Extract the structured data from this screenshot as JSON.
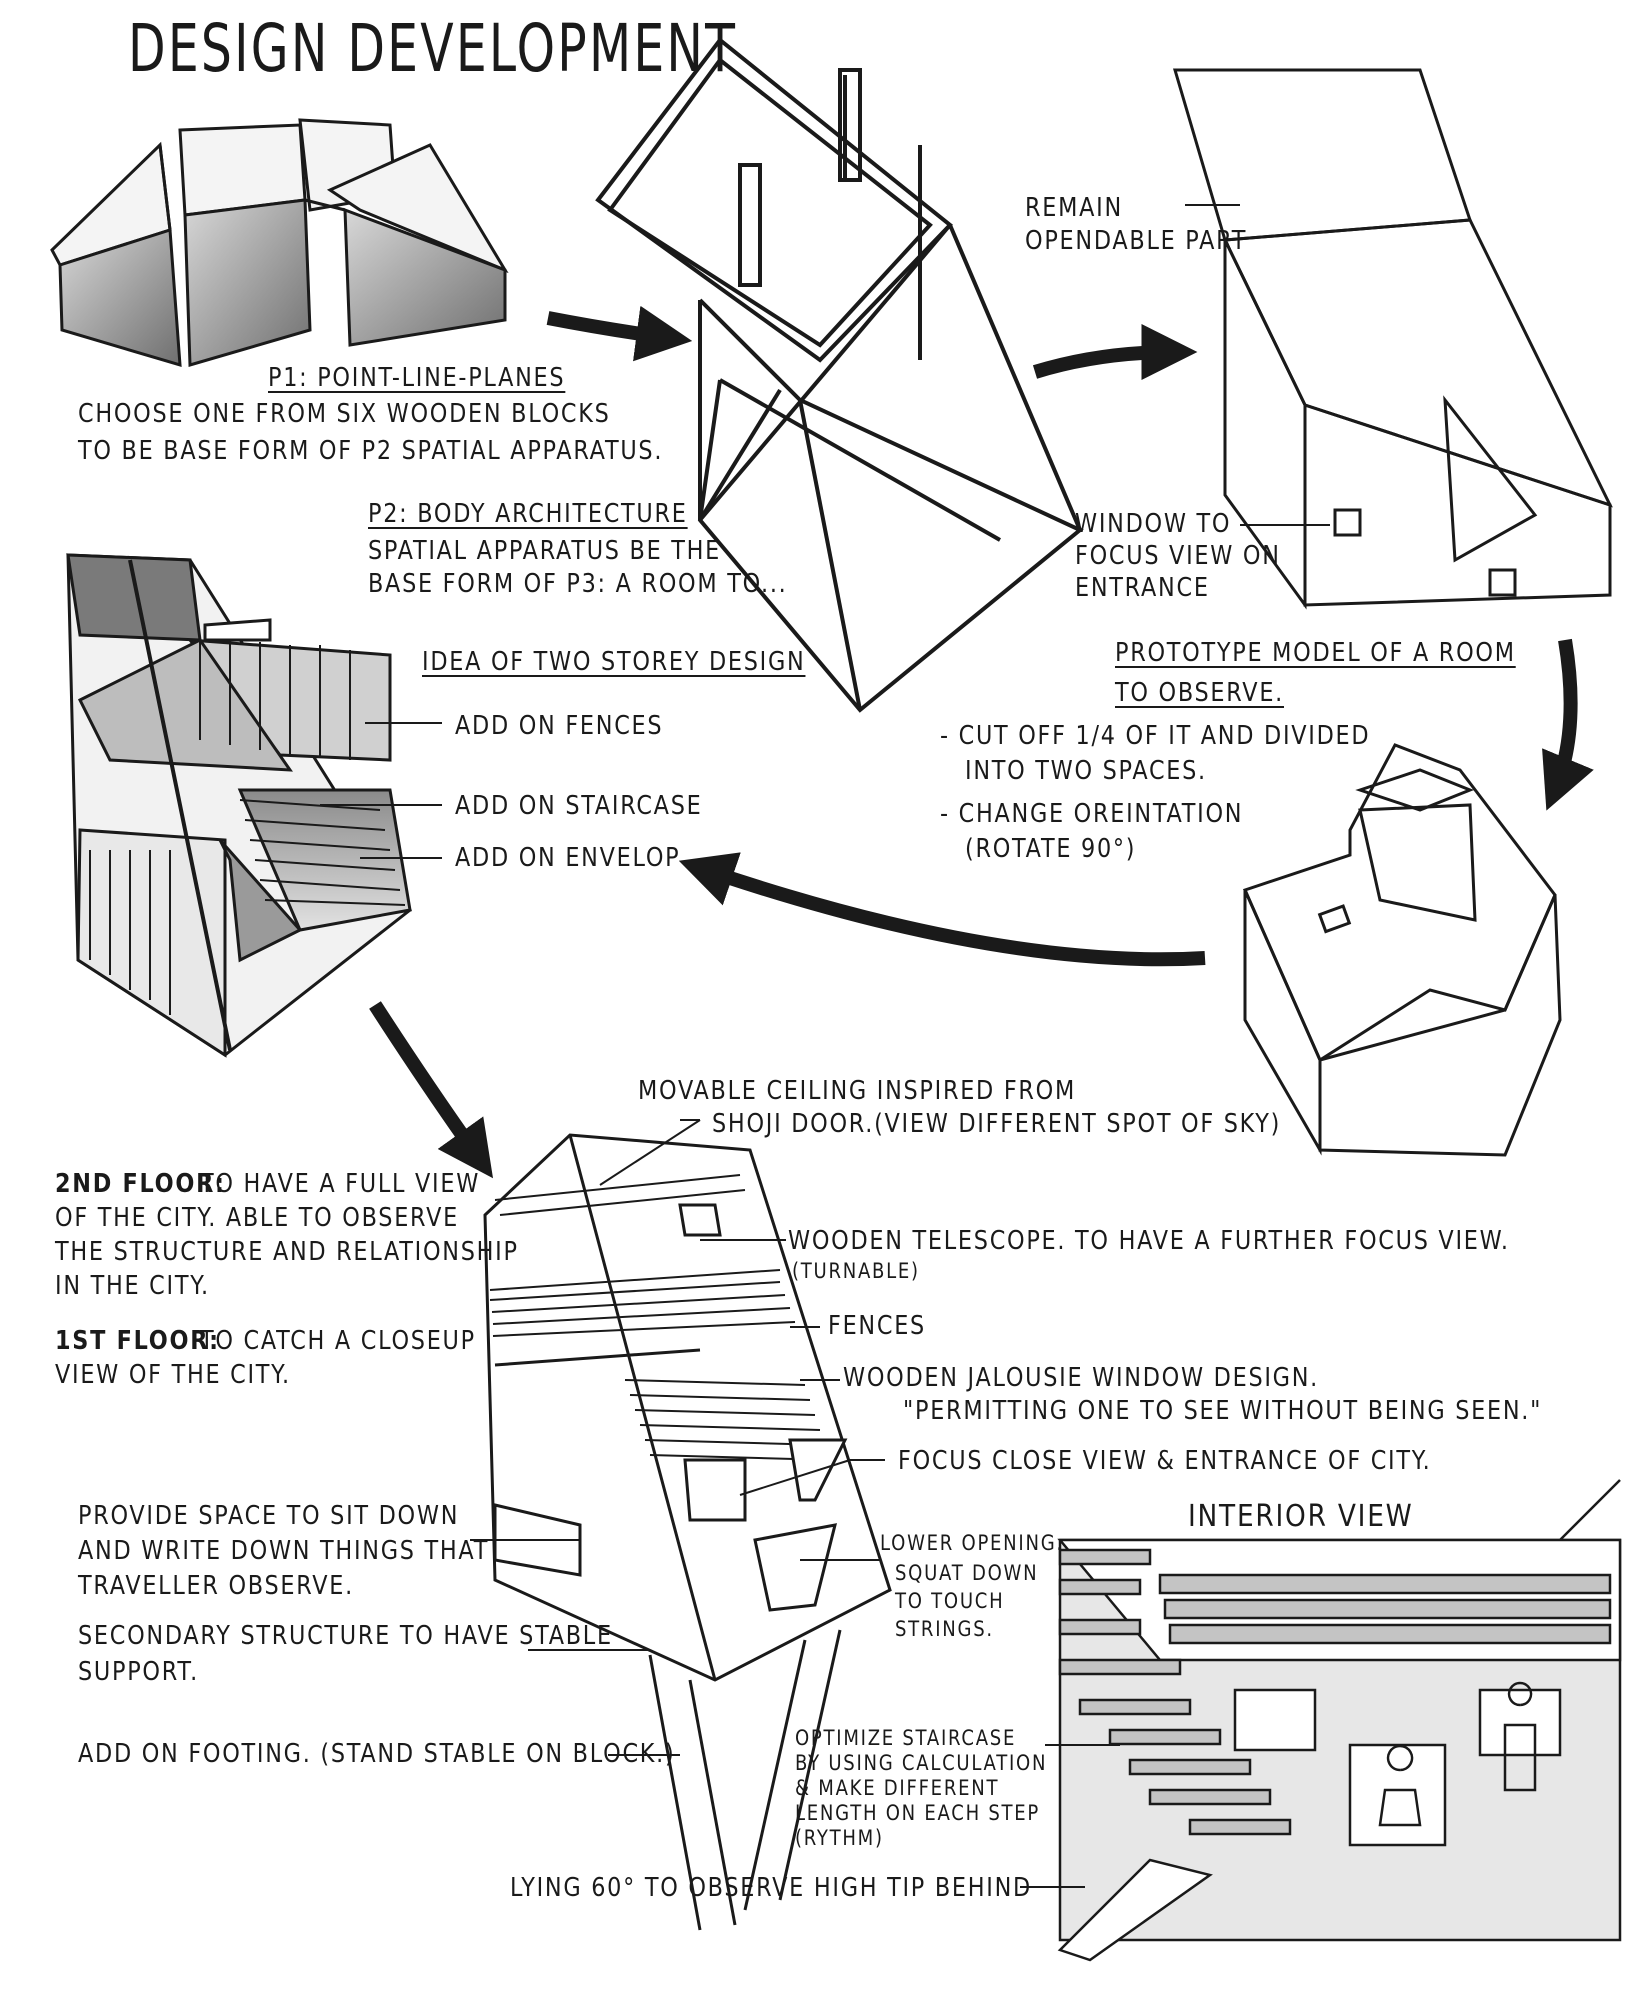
{
  "title": "DESIGN DEVELOPMENT",
  "p1": {
    "heading": "P1: POINT-LINE-PLANES",
    "lines": [
      "CHOOSE ONE FROM SIX WOODEN BLOCKS",
      "TO BE BASE FORM OF P2 SPATIAL APPARATUS."
    ]
  },
  "p2": {
    "heading": "P2: BODY ARCHITECTURE",
    "lines": [
      "SPATIAL APPARATUS BE THE",
      "BASE FORM OF P3: A ROOM TO..."
    ]
  },
  "prototype": {
    "remain": [
      "REMAIN",
      "OPENDABLE PART"
    ],
    "window": [
      "WINDOW TO",
      "FOCUS VIEW ON",
      "ENTRANCE"
    ],
    "heading": [
      "PROTOTYPE MODEL OF A ROOM",
      "TO OBSERVE."
    ],
    "bullets": [
      "- CUT OFF 1/4 OF IT AND DIVIDED",
      "INTO TWO SPACES.",
      "- CHANGE OREINTATION",
      "(ROTATE 90°)"
    ]
  },
  "two_storey": {
    "heading": "IDEA OF TWO STOREY DESIGN",
    "items": [
      "ADD ON FENCES",
      "ADD ON STAIRCASE",
      "ADD ON ENVELOP"
    ]
  },
  "final": {
    "ceiling": [
      "MOVABLE CEILING INSPIRED FROM",
      "SHOJI DOOR.(VIEW DIFFERENT SPOT OF SKY)"
    ],
    "telescope": "WOODEN TELESCOPE. TO HAVE A FURTHER FOCUS VIEW.",
    "telescope_note": "(TURNABLE)",
    "fences": "FENCES",
    "jalousie": [
      "WOODEN JALOUSIE WINDOW DESIGN.",
      "\"PERMITTING ONE TO SEE WITHOUT BEING SEEN.\""
    ],
    "focus": "FOCUS CLOSE VIEW & ENTRANCE OF CITY.",
    "floor2_label": "2ND FLOOR:",
    "floor2_lines": [
      "TO HAVE A FULL VIEW",
      "OF THE CITY. ABLE TO OBSERVE",
      "THE STRUCTURE AND RELATIONSHIP",
      "IN THE CITY."
    ],
    "floor1_label": "1ST FLOOR:",
    "floor1_lines": [
      "TO CATCH A CLOSEUP",
      "VIEW OF THE CITY."
    ],
    "sit": [
      "PROVIDE SPACE TO SIT DOWN",
      "AND WRITE DOWN THINGS THAT",
      "TRAVELLER OBSERVE."
    ],
    "secondary": [
      "SECONDARY STRUCTURE TO HAVE STABLE",
      "SUPPORT."
    ],
    "footing": "ADD ON FOOTING. (STAND STABLE ON BLOCK.)",
    "lower": [
      "LOWER OPENING.",
      "SQUAT DOWN",
      "TO TOUCH",
      "STRINGS."
    ],
    "stair": [
      "OPTIMIZE STAIRCASE",
      "BY USING CALCULATION",
      "& MAKE DIFFERENT",
      "LENGTH ON EACH STEP",
      "(RYTHM)"
    ],
    "lying": "LYING 60° TO OBSERVE HIGH TIP BEHIND",
    "interior_heading": "INTERIOR VIEW"
  },
  "colors": {
    "ink": "#1a1a1a",
    "shade": "#8d8d8d",
    "light_shade": "#c9c9c9"
  }
}
